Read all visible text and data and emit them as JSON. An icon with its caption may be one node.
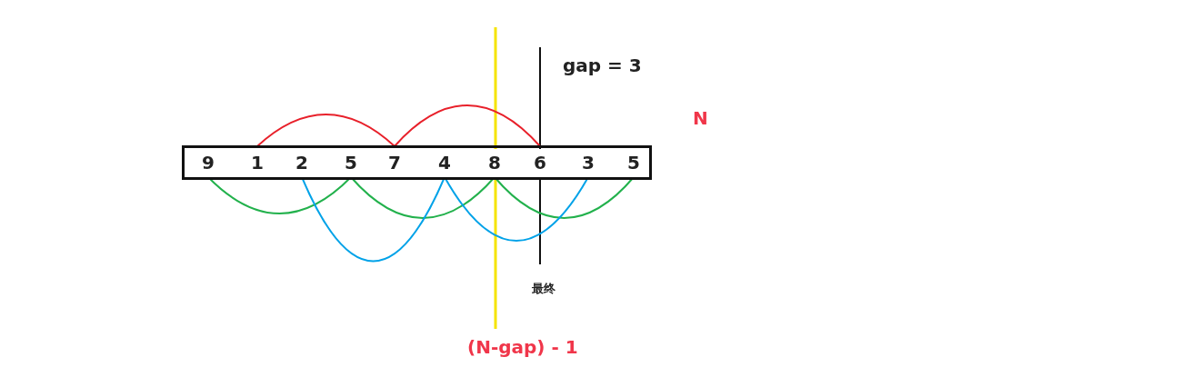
{
  "diagram": {
    "nodes": [
      {
        "text": [],
        "shape": "box"
      },
      {
        "text": [
          "9"
        ],
        "in": 0
      },
      {
        "text": [
          "1"
        ],
        "in": 0
      },
      {
        "text": [
          "2"
        ],
        "in": 0
      },
      {
        "text": [
          "5"
        ],
        "in": 0
      },
      {
        "text": [
          "7"
        ],
        "in": 0
      },
      {
        "text": [
          "4"
        ],
        "in": 0
      },
      {
        "text": [
          "8"
        ],
        "in": 0
      },
      {
        "text": [
          "6"
        ],
        "in": 0
      },
      {
        "text": [
          "3"
        ],
        "in": 0
      },
      {
        "text": [
          "5"
        ],
        "in": 0
      }
    ],
    "edges": [
      {
        "from": 2,
        "to": 5,
        "arrow": "none",
        "color": "#e8202a"
      },
      {
        "from": 5,
        "to": 8,
        "arrow": "none",
        "color": "#e8202a"
      },
      {
        "from": 1,
        "to": 4,
        "arrow": "none",
        "color": "#22b14c"
      },
      {
        "from": 4,
        "to": 7,
        "arrow": "none",
        "color": "#22b14c"
      },
      {
        "from": 7,
        "to": 10,
        "arrow": "none",
        "color": "#22b14c"
      },
      {
        "from": 3,
        "to": 6,
        "arrow": "none",
        "color": "#00a2e8"
      },
      {
        "from": 6,
        "to": 9,
        "arrow": "none",
        "color": "#00a2e8"
      }
    ],
    "labels": [
      "gap = 3",
      "N",
      "最终",
      "(N-gap) - 1"
    ]
  }
}
